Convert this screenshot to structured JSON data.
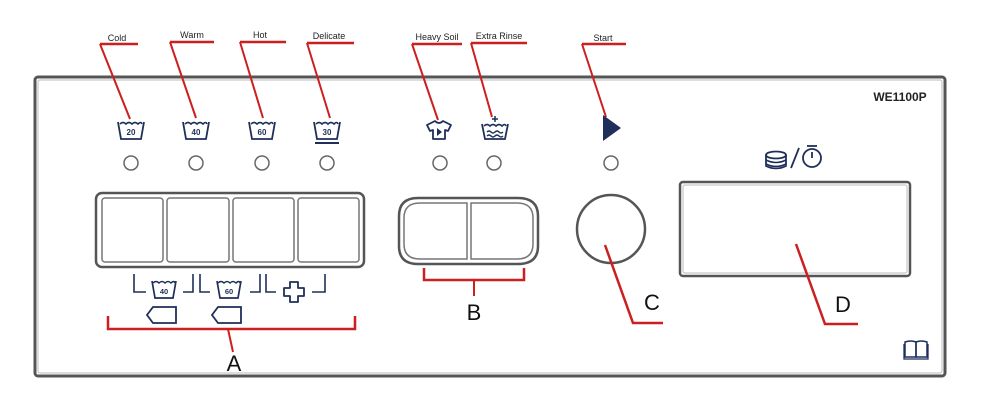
{
  "model": "WE1100P",
  "temperature_labels": [
    "Cold",
    "Warm",
    "Hot",
    "Delicate"
  ],
  "temperature_values": [
    "20",
    "40",
    "60",
    "30"
  ],
  "option_labels": [
    "Heavy Soil",
    "Extra Rinse"
  ],
  "start_label": "Start",
  "program_values": [
    "40",
    "60"
  ],
  "section_letters": [
    "A",
    "B",
    "C",
    "D"
  ],
  "colors": {
    "callout": "#cc1f1f",
    "panel_stroke": "#555555",
    "icon_navy": "#1e2f5a",
    "background": "#ffffff"
  },
  "icons": [
    "wash-tub-icon",
    "shirt-icon",
    "rinse-icon",
    "play-icon",
    "coins-icon",
    "timer-icon",
    "manual-book-icon",
    "wash-tag-icon",
    "plus-cross-icon"
  ]
}
